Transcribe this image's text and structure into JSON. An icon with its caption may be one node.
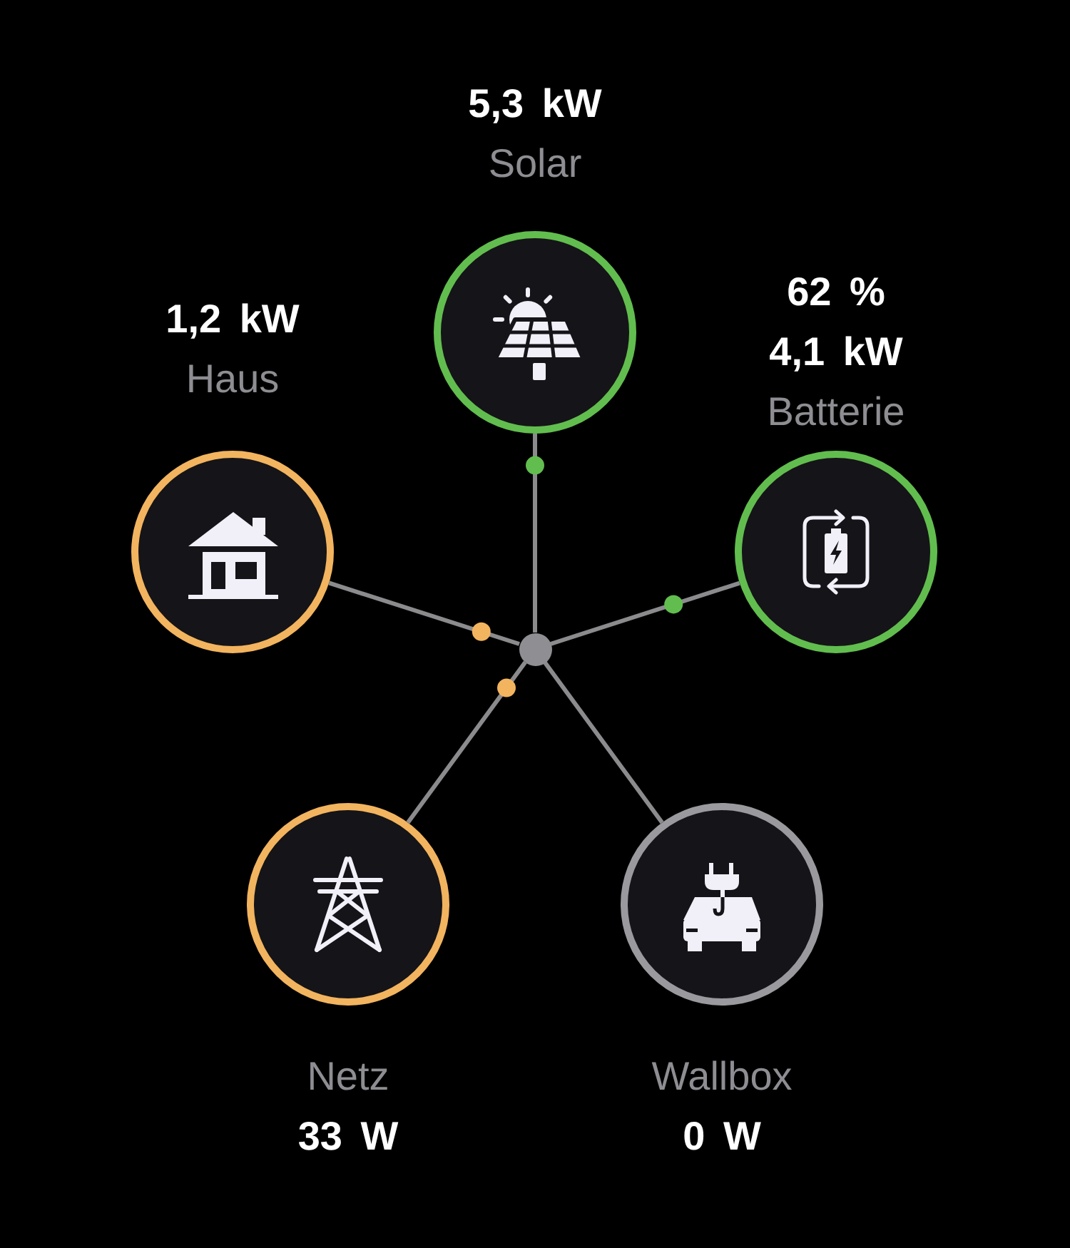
{
  "diagram": {
    "nodes": [
      {
        "text": [
          "5,3 kW",
          "Solar"
        ]
      },
      {
        "text": [
          "1,2 kW",
          "Haus"
        ]
      },
      {
        "text": [
          "62 %",
          "4,1 kW",
          "Batterie"
        ]
      },
      {
        "text": [
          "Netz",
          "33 W"
        ]
      },
      {
        "text": [
          "Wallbox",
          "0 W"
        ]
      },
      {
        "text": [],
        "shape": "circle"
      }
    ],
    "edges": [
      {
        "from": 0,
        "to": 5,
        "arrow": "none"
      },
      {
        "from": 1,
        "to": 5,
        "arrow": "none"
      },
      {
        "from": 2,
        "to": 5,
        "arrow": "none"
      },
      {
        "from": 3,
        "to": 5,
        "arrow": "none"
      },
      {
        "from": 4,
        "to": 5,
        "arrow": "none"
      }
    ]
  }
}
